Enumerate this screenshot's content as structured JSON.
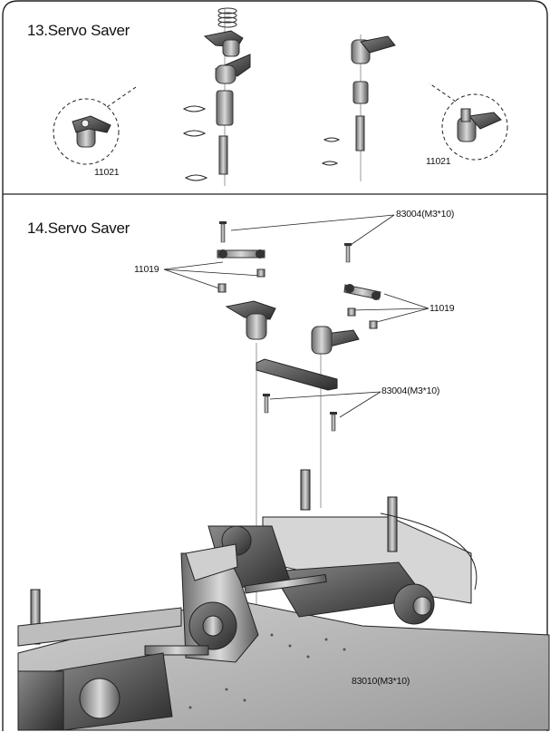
{
  "step13": {
    "title": "13.Servo Saver",
    "left_part_number": "11021",
    "right_part_number": "11021"
  },
  "step14": {
    "title": "14.Servo Saver",
    "screw_top_label": "83004(M3*10)",
    "link_left_label": "11019",
    "link_right_label": "11019",
    "screw_mid_label": "83004(M3*10)",
    "screw_bottom_label": "83010(M3*10)"
  }
}
